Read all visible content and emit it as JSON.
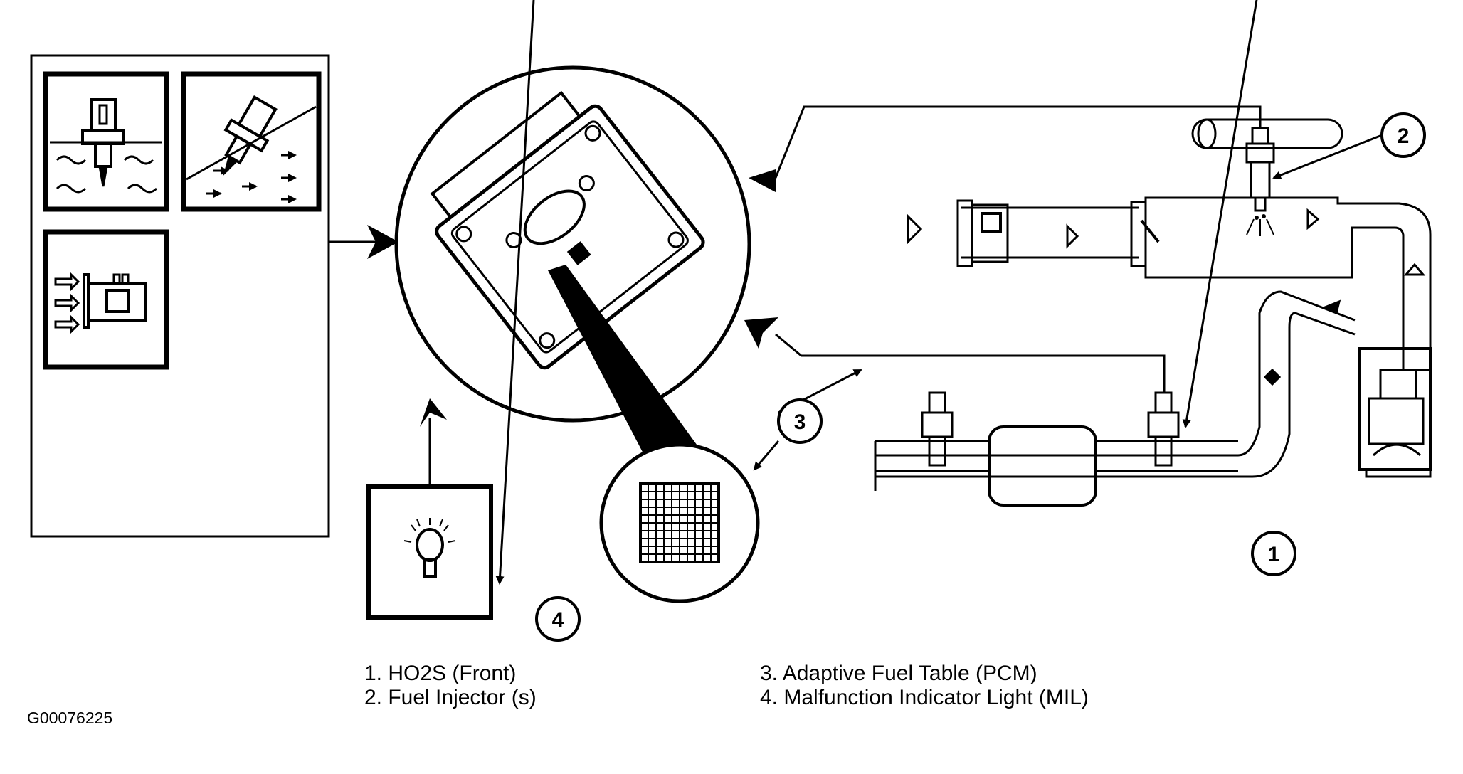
{
  "legend": {
    "items": [
      {
        "number": "1",
        "label": "1. HO2S (Front)"
      },
      {
        "number": "2",
        "label": "2. Fuel Injector (s)"
      },
      {
        "number": "3",
        "label": "3. Adaptive Fuel Table (PCM)"
      },
      {
        "number": "4",
        "label": "4. Malfunction Indicator Light (MIL)"
      }
    ]
  },
  "figure_id": "G00076225",
  "callouts": [
    "1",
    "2",
    "3",
    "4"
  ]
}
